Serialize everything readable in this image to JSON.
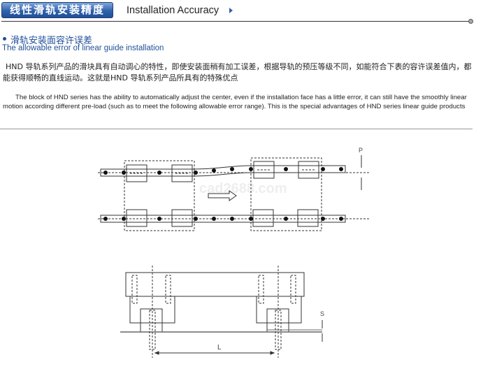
{
  "header": {
    "badge_cn": "线性滑轨安装精度",
    "title_en": "Installation Accuracy"
  },
  "section": {
    "heading_cn": "滑轨安装面容许误差",
    "heading_en": "The allowable error of linear guide installation"
  },
  "paragraph_cn": "HND  导轨系列产品的滑块具有自动调心的特性，即使安装面稍有加工误差，根据导轨的预压等级不同，如能符合下表的容许误差值内，都能获得顺畅的直线运动。这就是HND 导轨系列产品所具有的特殊优点",
  "paragraph_en": "The block of HND series has the ability to automatically adjust the center, even if the installation face has a little error, it can still have the smoothly linear motion according different pre-load (such as to meet the following allowable error range). This is the special advantages of HND series linear guide products",
  "diagram": {
    "label_p": "P",
    "label_s": "S",
    "label_l": "L",
    "watermark": "cad2688.com"
  }
}
